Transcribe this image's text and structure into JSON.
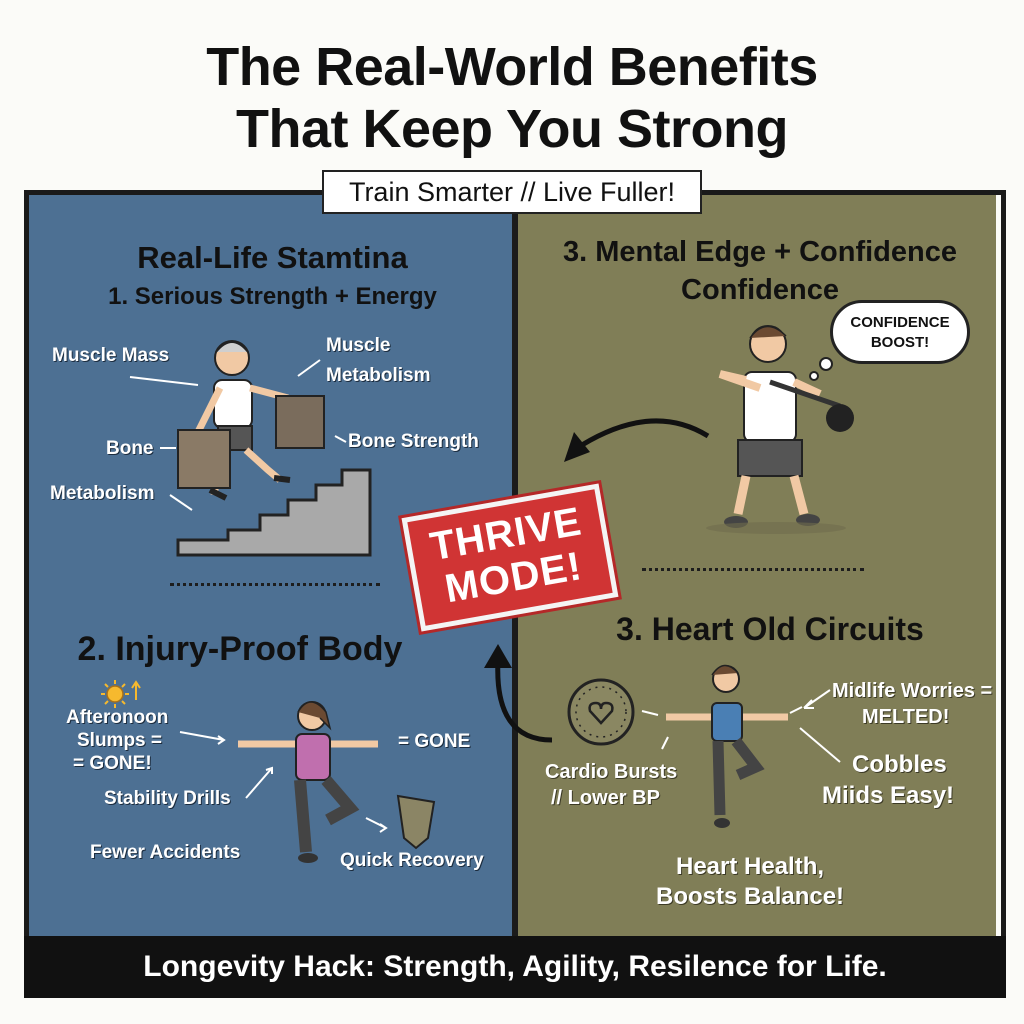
{
  "header": {
    "title_line1": "The Real-World Benefits",
    "title_line2": "That Keep You Strong",
    "subtitle": "Train Smarter // Live Fuller!"
  },
  "left": {
    "heading": "Real-Life Stamtina",
    "sub1": "1. Serious Strength + Energy",
    "labels1": {
      "muscle_mass": "Muscle Mass",
      "muscle_metabolism_1": "Muscle",
      "muscle_metabolism_2": "Metabolism",
      "bone": "Bone",
      "bone_strength": "Bone Strength",
      "metabolism": "Metabolism"
    },
    "sub2": "2. Injury-Proof Body",
    "labels2": {
      "slumps_1": "Afteronoon",
      "slumps_2": "Slumps =",
      "slumps_3": "= GONE!",
      "gone": "= GONE",
      "stability": "Stability Drills",
      "accidents": "Fewer Accidents",
      "recovery": "Quick Recovery"
    }
  },
  "right": {
    "heading_1": "3. Mental Edge + Confidence",
    "heading_2": "Confidence",
    "bubble_1": "CONFIDENCE",
    "bubble_2": "BOOST!",
    "sub2": "3. Heart Old Circuits",
    "labels": {
      "midlife_1": "Midlife Worries =",
      "midlife_2": "MELTED!",
      "cardio_1": "Cardio Bursts",
      "cardio_2": "// Lower BP",
      "cobbles_1": "Cobbles",
      "cobbles_2": "Miids Easy!",
      "heart_1": "Heart Health,",
      "heart_2": "Boosts Balance!"
    }
  },
  "stamp": {
    "line1": "THRIVE",
    "line2": "MODE!"
  },
  "footer": "Longevity Hack: Strength, Agility, Resilence for Life.",
  "colors": {
    "left_panel": "#4d7093",
    "right_panel": "#807e57",
    "stamp": "#d03434"
  }
}
